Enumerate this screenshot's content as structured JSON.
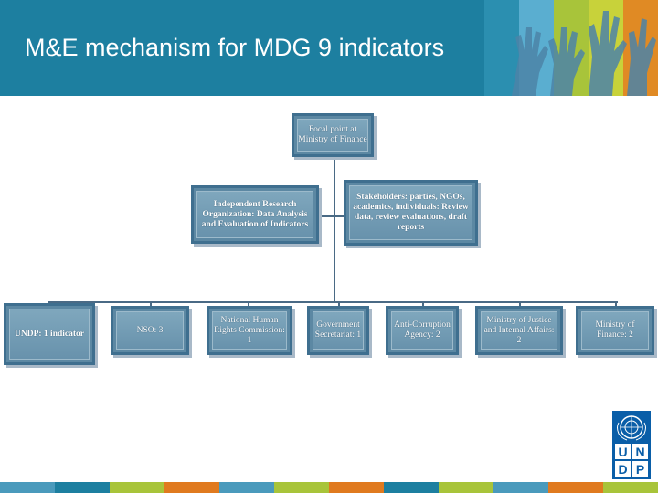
{
  "header": {
    "title": "M&E mechanism for MDG 9 indicators"
  },
  "org_chart": {
    "root": {
      "text": "Focal point at Ministry of Finance"
    },
    "middle": [
      {
        "text": "Independent Research Organization: Data Analysis and Evaluation of Indicators"
      },
      {
        "text": "Stakeholders: parties, NGOs, academics, individuals: Review data, review evaluations, draft reports"
      }
    ],
    "bottom": [
      {
        "text": "UNDP: 1 indicator"
      },
      {
        "text": "NSO: 3"
      },
      {
        "text": "National Human Rights Commission: 1"
      },
      {
        "text": "Government Secretariat: 1"
      },
      {
        "text": "Anti-Corruption Agency: 2"
      },
      {
        "text": "Ministry of Justice and Internal Affairs: 2"
      },
      {
        "text": "Ministry of Finance: 2"
      }
    ]
  },
  "logo": {
    "letters": [
      "U",
      "N",
      "D",
      "P"
    ]
  },
  "colors": {
    "header_bg": "#1d7fa0",
    "node_fill": "#6892ac",
    "node_border": "#3f6f8f",
    "connector": "#4a6a85",
    "footer_stripes": [
      "#4a9abc",
      "#1d7fa0",
      "#a8c43a",
      "#e07a1f",
      "#4a9abc",
      "#a8c43a",
      "#e07a1f",
      "#1d7fa0",
      "#a8c43a",
      "#4a9abc",
      "#e07a1f",
      "#a8c43a"
    ],
    "logo_blue": "#0a5ea8"
  }
}
